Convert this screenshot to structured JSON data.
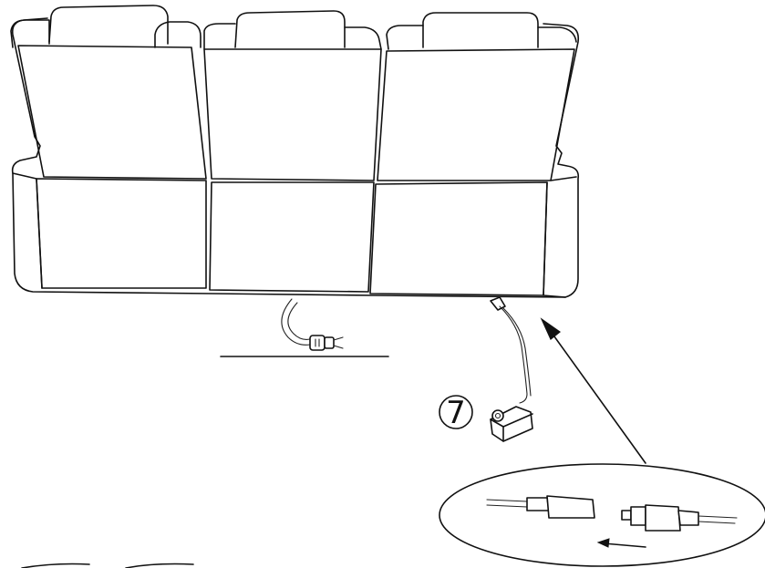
{
  "diagram": {
    "step_number": "7",
    "colors": {
      "line": "#111111",
      "background": "#ffffff"
    },
    "icons": [
      "sofa",
      "power-cord-with-plug",
      "power-adapter",
      "pointer-arrow",
      "connector-detail-callout",
      "direction-arrow"
    ]
  }
}
